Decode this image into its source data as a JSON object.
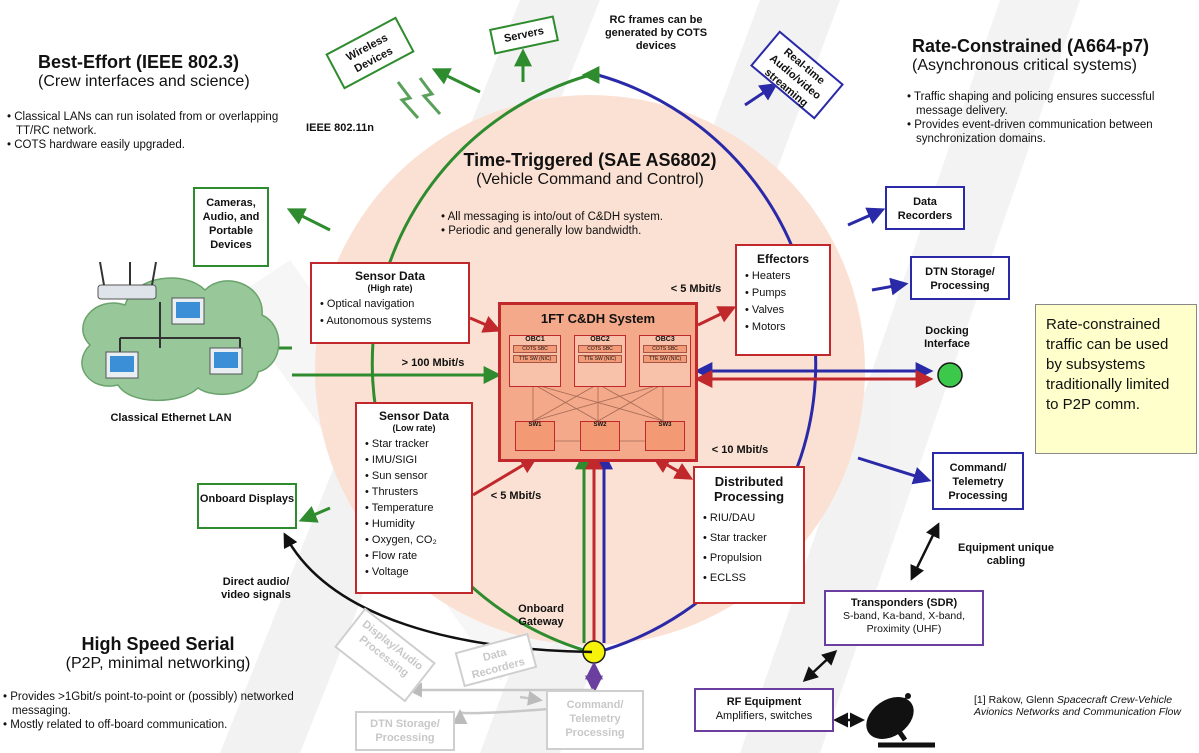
{
  "best_effort": {
    "title": "Best-Effort (IEEE 802.3)",
    "subtitle": "(Crew interfaces and science)",
    "bullets": [
      "Classical LANs can run isolated from or overlapping TT/RC network.",
      "COTS hardware easily upgraded."
    ]
  },
  "rate_constrained": {
    "title": "Rate-Constrained (A664-p7)",
    "subtitle": "(Asynchronous critical systems)",
    "bullets": [
      "Traffic shaping and policing ensures successful message delivery.",
      "Provides event-driven communication between synchronization domains."
    ]
  },
  "time_triggered": {
    "title": "Time-Triggered (SAE AS6802)",
    "subtitle": "(Vehicle Command and Control)",
    "bullets": [
      "All messaging is into/out of  C&DH system.",
      "Periodic and generally low bandwidth."
    ]
  },
  "high_speed_serial": {
    "title": "High Speed Serial",
    "subtitle": "(P2P, minimal networking)",
    "bullets": [
      "Provides >1Gbit/s point-to-point or (possibly) networked messaging.",
      "Mostly related to off-board communication."
    ]
  },
  "rc_frames_note": "RC frames can be generated by COTS devices",
  "ieee_80211n": "IEEE 802.11n",
  "green_boxes": {
    "wireless": "Wireless Devices",
    "servers": "Servers",
    "cameras": "Cameras, Audio, and Portable Devices",
    "onboard_displays": "Onboard Displays"
  },
  "blue_boxes": {
    "streaming": "Real-time Audio/video streaming",
    "data_recorders": "Data Recorders",
    "dtn_storage": "DTN Storage/ Processing",
    "command_telemetry": "Command/ Telemetry Processing"
  },
  "sensor_high": {
    "title": "Sensor Data",
    "sub": "(High rate)",
    "items": [
      "Optical navigation",
      "Autonomous  systems"
    ]
  },
  "sensor_low": {
    "title": "Sensor Data",
    "sub": "(Low rate)",
    "items": [
      "Star tracker",
      "IMU/SIGI",
      "Sun sensor",
      "Thrusters",
      "Temperature",
      "Humidity",
      "Oxygen, CO₂",
      "Flow rate",
      "Voltage"
    ]
  },
  "effectors": {
    "title": "Effectors",
    "items": [
      "Heaters",
      "Pumps",
      "Valves",
      "Motors"
    ]
  },
  "distributed": {
    "title": "Distributed Processing",
    "items": [
      "RIU/DAU",
      "Star tracker",
      "Propulsion",
      "ECLSS"
    ]
  },
  "cdh": {
    "title": "1FT C&DH System",
    "obc": [
      "OBC1",
      "OBC2",
      "OBC3"
    ],
    "cots": "COTS SBC",
    "ttsw": "TTE SW (NIC)",
    "sw": [
      "SW1",
      "SW2",
      "SW3"
    ]
  },
  "rates": {
    "lt5_top": "< 5 Mbit/s",
    "gt100": "> 100  Mbit/s",
    "lt5_bottom": "< 5 Mbit/s",
    "lt10": "< 10 Mbit/s"
  },
  "lan_label": "Classical  Ethernet LAN",
  "docking": "Docking Interface",
  "note": "Rate-constrained traffic can be used by subsystems traditionally limited to P2P comm.",
  "gateway": "Onboard Gateway",
  "direct_av": "Direct audio/ video signals",
  "equipment_cabling": "Equipment unique cabling",
  "transponders": {
    "title": "Transponders (SDR)",
    "body": "S-band,  Ka-band,  X-band,  Proximity (UHF)"
  },
  "rf_equipment": {
    "title": "RF Equipment",
    "body": "Amplifiers, switches"
  },
  "gray_boxes": {
    "display_audio": "Display/Audio Processing",
    "data_recorders": "Data Recorders",
    "command_telemetry": "Command/ Telemetry Processing",
    "dtn_storage": "DTN Storage/ Processing"
  },
  "citation": {
    "prefix": "[1] Rakow, Glenn ",
    "italic": "Spacecraft Crew-Vehicle Avionics Networks and Communication Flow"
  },
  "colors": {
    "green": "#2e8b2e",
    "blue": "#2a2aa8",
    "red": "#c0282c",
    "purple": "#6a3fa0",
    "inner_circle": "#fbe1d3",
    "note_bg": "#ffffcc"
  }
}
